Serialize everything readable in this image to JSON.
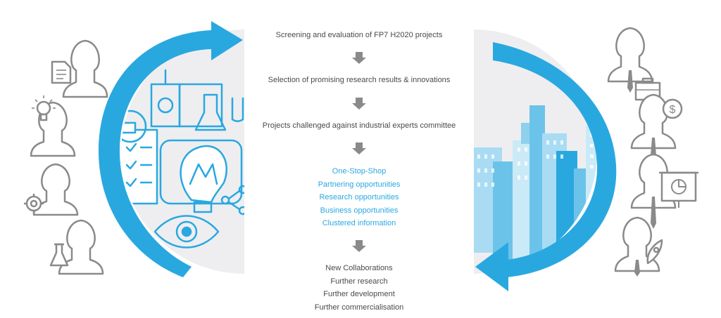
{
  "flow": {
    "step1": "Screening and evaluation of FP7 H2020 projects",
    "step2": "Selection of promising research results & innovations",
    "step3": "Projects challenged against industrial experts committee",
    "services": [
      "One-Stop-Shop",
      "Partnering opportunities",
      "Research opportunities",
      "Business opportunities",
      "Clustered information"
    ],
    "outcomes": [
      "New Collaborations",
      "Further research",
      "Further development",
      "Further commercialisation"
    ]
  },
  "colors": {
    "accent_blue": "#29a8e0",
    "light_blue": "#8fd0ee",
    "icon_gray": "#8a8a8a",
    "panel_gray": "#eeeef0",
    "text": "#4a4a4a"
  },
  "icons": {
    "left_people": [
      "document-icon",
      "lightbulb-icon",
      "gear-icon",
      "flask-icon"
    ],
    "right_people": [
      "briefcase-icon",
      "dollar-icon",
      "chart-icon",
      "rocket-icon"
    ],
    "left_illustration": "lab-innovation-illustration",
    "right_illustration": "city-skyline-illustration"
  }
}
